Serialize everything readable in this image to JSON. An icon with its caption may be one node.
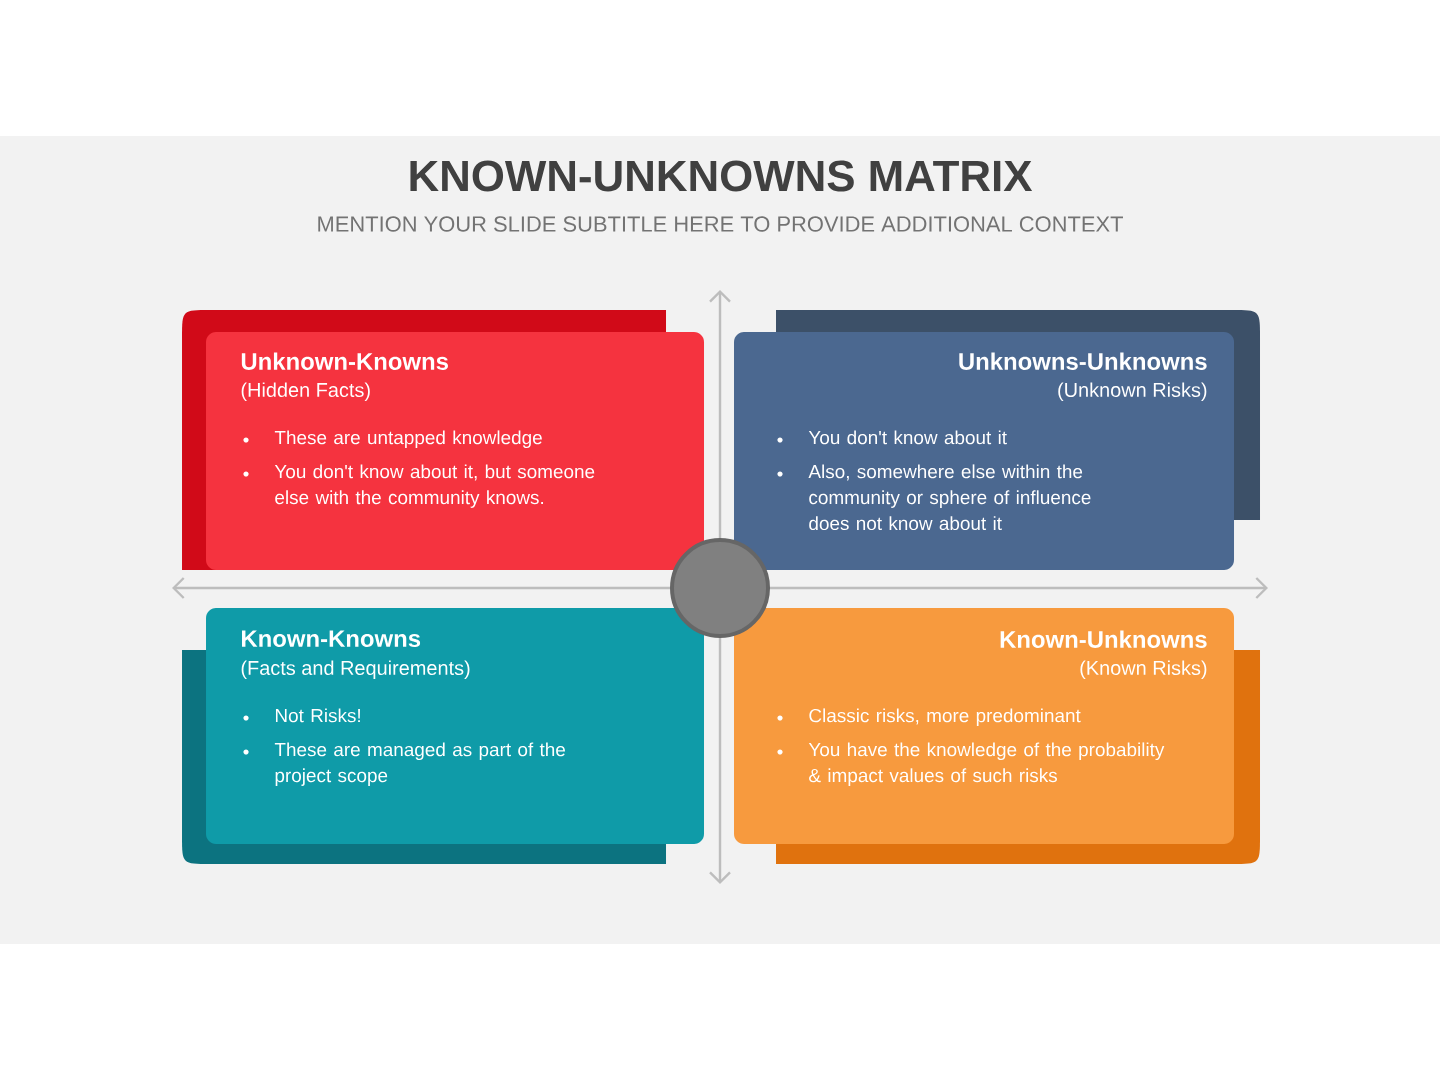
{
  "diagram": {
    "title": "KNOWN-UNKNOWNS MATRIX",
    "caption": "MENTION YOUR SLIDE SUBTITLE HERE TO PROVIDE ADDITIONAL CONTEXT",
    "nodes": [
      {
        "text": [
          "Unknown-Knowns",
          "(Hidden Facts)",
          "These are untapped knowledge",
          "You don't know about it, but someone else with the community knows."
        ]
      },
      {
        "text": [
          "Unknowns-Unknowns",
          "(Unknown Risks)",
          "You don't know about it",
          "Also, somewhere else within the community or sphere of influence does not know about it"
        ]
      },
      {
        "text": [
          "Known-Knowns",
          "(Facts and Requirements)",
          "Not Risks!",
          "These are managed as part of the project scope"
        ]
      },
      {
        "text": [
          "Known-Unknowns",
          "(Known Risks)",
          "Classic risks, more predominant",
          "You have the knowledge of the probability & impact values of such risks"
        ]
      },
      {
        "text": [],
        "shape": "circle"
      }
    ],
    "edges": []
  }
}
